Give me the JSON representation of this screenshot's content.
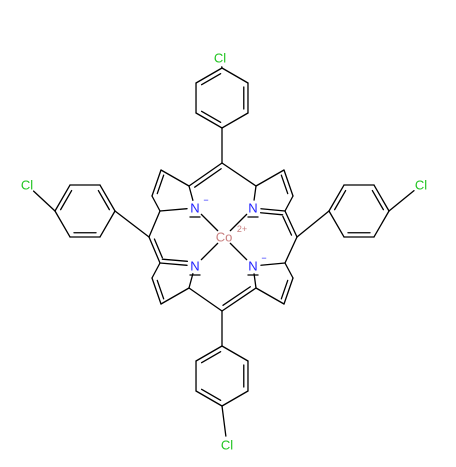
{
  "colors": {
    "bond": "#000000",
    "chlorine": "#1fc41f",
    "nitrogen": "#2222ff",
    "cobalt": "#c88080",
    "coordination": "#ff0000"
  },
  "labels": {
    "cl": "Cl",
    "n": "N",
    "n_minus": "−",
    "co": "Co",
    "co_charge": "2+"
  }
}
